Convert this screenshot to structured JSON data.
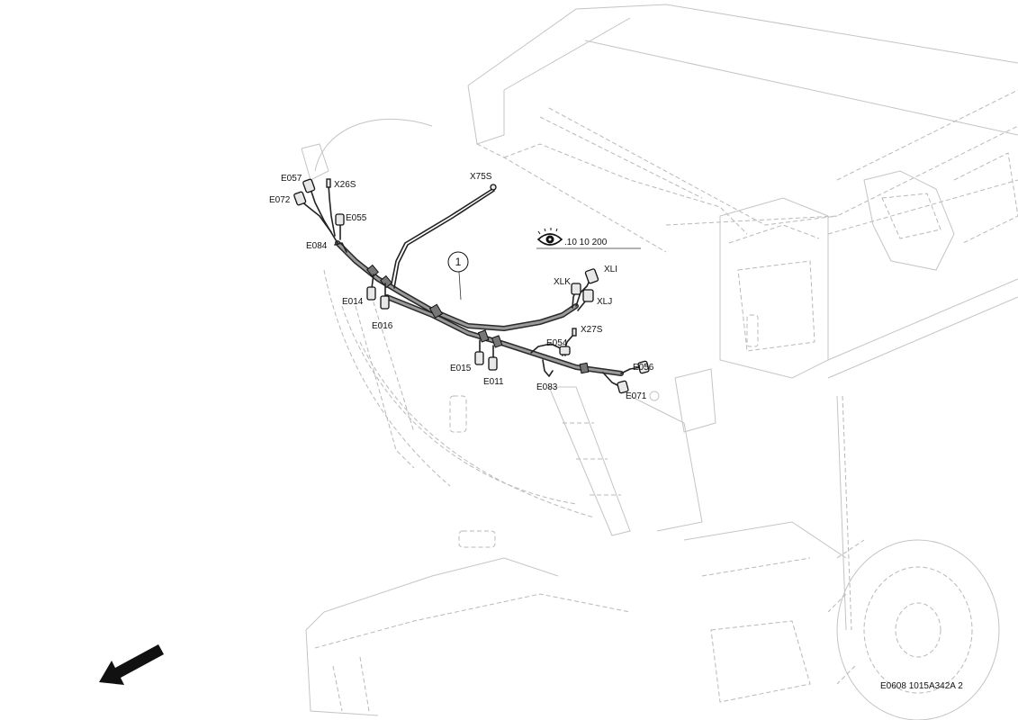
{
  "labels": {
    "e057": "E057",
    "e072": "E072",
    "x26s": "X26S",
    "e055": "E055",
    "e084": "E084",
    "x75s": "X75S",
    "e014": "E014",
    "e016": "E016",
    "xli": "XLI",
    "xlk": "XLK",
    "xlj": "XLJ",
    "x27s": "X27S",
    "e054": "E054",
    "e056": "E056",
    "e015": "E015",
    "e011": "E011",
    "e083": "E083",
    "e071": "E071"
  },
  "callout": "1",
  "view_reference": ".10 10 200",
  "drawing_code": "E0608 1015A342A 2",
  "icons": {
    "view_reference": "eye-icon",
    "direction": "arrow-icon"
  }
}
